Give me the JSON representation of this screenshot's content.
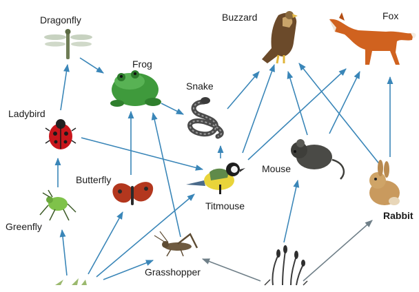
{
  "labels": {
    "dragonfly": "Dragonfly",
    "buzzard": "Buzzard",
    "fox": "Fox",
    "frog": "Frog",
    "snake": "Snake",
    "ladybird": "Ladybird",
    "butterfly": "Butterfly",
    "mouse": "Mouse",
    "titmouse": "Titmouse",
    "rabbit": "Rabbit",
    "greenfly": "Greenfly",
    "grasshopper": "Grasshopper"
  },
  "feeding_links": [
    [
      "grass",
      "greenfly"
    ],
    [
      "grass",
      "butterfly"
    ],
    [
      "grass",
      "titmouse"
    ],
    [
      "grass",
      "grasshopper"
    ],
    [
      "plants",
      "grasshopper"
    ],
    [
      "plants",
      "mouse"
    ],
    [
      "plants",
      "rabbit"
    ],
    [
      "greenfly",
      "ladybird"
    ],
    [
      "ladybird",
      "dragonfly"
    ],
    [
      "ladybird",
      "titmouse"
    ],
    [
      "dragonfly",
      "frog"
    ],
    [
      "butterfly",
      "frog"
    ],
    [
      "grasshopper",
      "frog"
    ],
    [
      "frog",
      "snake"
    ],
    [
      "titmouse",
      "snake"
    ],
    [
      "titmouse",
      "buzzard"
    ],
    [
      "titmouse",
      "fox"
    ],
    [
      "snake",
      "buzzard"
    ],
    [
      "mouse",
      "buzzard"
    ],
    [
      "mouse",
      "fox"
    ],
    [
      "rabbit",
      "buzzard"
    ],
    [
      "rabbit",
      "fox"
    ]
  ],
  "colors": {
    "arrow": "#3a86b8",
    "arrow_grey": "#6f7f88"
  }
}
